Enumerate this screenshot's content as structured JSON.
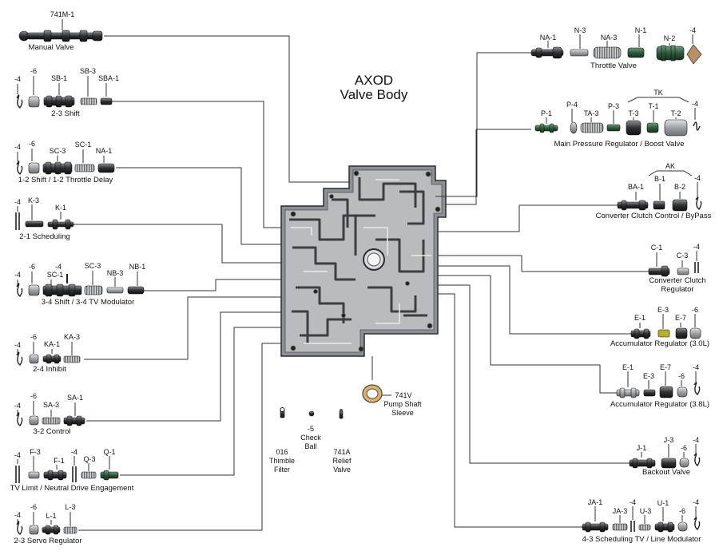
{
  "title": {
    "line1": "AXOD",
    "line2": "Valve Body"
  },
  "groups": {
    "manual": {
      "name": "Manual Valve",
      "parts": [
        "741M-1"
      ]
    },
    "shift23": {
      "name": "2-3 Shift",
      "parts": [
        "-4",
        "-6",
        "SB-1",
        "SB-3",
        "SBA-1"
      ]
    },
    "shift12": {
      "name": "1-2 Shift / 1-2 Throttle Delay",
      "parts": [
        "-4",
        "-6",
        "SC-3",
        "SC-1",
        "NA-1"
      ]
    },
    "sched21": {
      "name": "2-1 Scheduling",
      "parts": [
        "-4",
        "K-3",
        "K-1"
      ]
    },
    "shift34": {
      "name": "3-4 Shift / 3-4 TV Modulator",
      "parts": [
        "-4",
        "-6",
        "-4",
        "SC-1",
        "SC-3",
        "NB-3",
        "NB-1"
      ]
    },
    "inhibit24": {
      "name": "2-4 Inhibit",
      "parts": [
        "-4",
        "-6",
        "KA-1",
        "KA-3"
      ]
    },
    "control32": {
      "name": "3-2 Control",
      "parts": [
        "-4",
        "-6",
        "SA-3",
        "SA-1"
      ]
    },
    "tvlimit": {
      "name": "TV Limit / Neutral Drive Engagement",
      "parts": [
        "-4",
        "F-3",
        "F-1",
        "-4",
        "Q-3",
        "Q-1"
      ]
    },
    "servo23": {
      "name": "2-3 Servo Regulator",
      "parts": [
        "-4",
        "-6",
        "L-1",
        "L-3"
      ]
    },
    "throttle": {
      "name": "Throttle Valve",
      "parts": [
        "NA-1",
        "N-3",
        "NA-3",
        "N-1",
        "N-2",
        "-4"
      ]
    },
    "mainpress": {
      "name": "Main Pressure Regulator / Boost Valve",
      "parts": [
        "P-1",
        "P-4",
        "TA-3",
        "P-3",
        "T-3",
        "T-1",
        "T-2",
        "-4"
      ],
      "bracket": "TK"
    },
    "convclutch": {
      "name": "Converter Clutch Control / ByPass",
      "parts": [
        "BA-1",
        "B-1",
        "B-2",
        "-4"
      ],
      "bracket": "AK"
    },
    "convreg": {
      "name_line1": "Converter Clutch",
      "name_line2": "Regulator",
      "parts": [
        "C-1",
        "C-3",
        "-4"
      ]
    },
    "acc30": {
      "name": "Accumulator Regulator (3.0L)",
      "parts": [
        "E-3",
        "-6",
        "E-1",
        "E-7"
      ]
    },
    "acc38": {
      "name": "Accumulator Regulator (3.8L)",
      "parts": [
        "E-1",
        "E-3",
        "E-7",
        "-6",
        "-4"
      ]
    },
    "backout": {
      "name": "Backout Valve",
      "parts": [
        "J-1",
        "J-3",
        "-6",
        "-4"
      ]
    },
    "sched43": {
      "name": "4-3 Scheduling TV / Line Modulator",
      "parts": [
        "JA-1",
        "JA-3",
        "-4",
        "U-3",
        "U-1",
        "-6",
        "-4"
      ]
    }
  },
  "loose": {
    "thimble": {
      "number": "016",
      "line1": "Thimble",
      "line2": "Filter"
    },
    "checkball": {
      "number": "-5",
      "line1": "Check",
      "line2": "Ball"
    },
    "relief": {
      "number": "741A",
      "line1": "Relief",
      "line2": "Valve"
    },
    "pump": {
      "number": "741V",
      "line1": "Pump Shaft",
      "line2": "Sleeve"
    }
  },
  "colors": {
    "metal": "#a9acaf",
    "metal_dark": "#5e6266",
    "metal_light": "#d6d8da",
    "line": "#333333",
    "green": "#3c6b4c",
    "green_dark": "#1f3b28"
  }
}
